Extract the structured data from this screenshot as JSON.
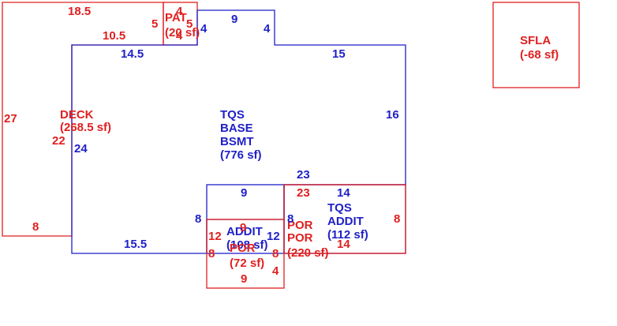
{
  "colors": {
    "red": "#e02020",
    "blue": "#1f1fc8"
  },
  "areas": {
    "deck": {
      "name": "DECK",
      "size": "(268.5 sf)"
    },
    "pat": {
      "name": "PAT",
      "size": "(20 sf)"
    },
    "base": {
      "line1": "TQS",
      "line2": "BASE",
      "line3": "BSMT",
      "size": "(776 sf)"
    },
    "sfla": {
      "name": "SFLA",
      "size": "(-68 sf)"
    },
    "addit_left": {
      "name": "ADDIT",
      "size": "(108 sf)"
    },
    "por_left": {
      "name": "POR",
      "size": "(72 sf)"
    },
    "addit_right": {
      "line1": "TQS",
      "line2": "ADDIT",
      "size": "(112 sf)"
    },
    "por_right": {
      "line1": "POR",
      "line2": "POR",
      "size": "(220 sf)"
    }
  },
  "dims": {
    "d18_5": "18.5",
    "d4_pat_top": "4",
    "d5_a": "5",
    "d5_b": "5",
    "d4_pat_bottom": "4",
    "d4_b": "4",
    "d9_top": "9",
    "d4_c": "4",
    "d10_5": "10.5",
    "d14_5": "14.5",
    "d15": "15",
    "d27": "27",
    "d22": "22",
    "d24": "24",
    "d16": "16",
    "d8_deck": "8",
    "d15_5": "15.5",
    "d23_blue": "23",
    "d9_addit_top": "9",
    "d23_red": "23",
    "d14_top": "14",
    "d8_left_addit": "8",
    "d8_right_side": "8",
    "d9_addit_mid": "9",
    "d12_left": "12",
    "d12_right": "12",
    "d8_mid": "8",
    "d8_lower_left": "8",
    "d8_lower_right": "8",
    "d14_bottom": "14",
    "d4_bottom": "4",
    "d9_bottom": "9"
  }
}
